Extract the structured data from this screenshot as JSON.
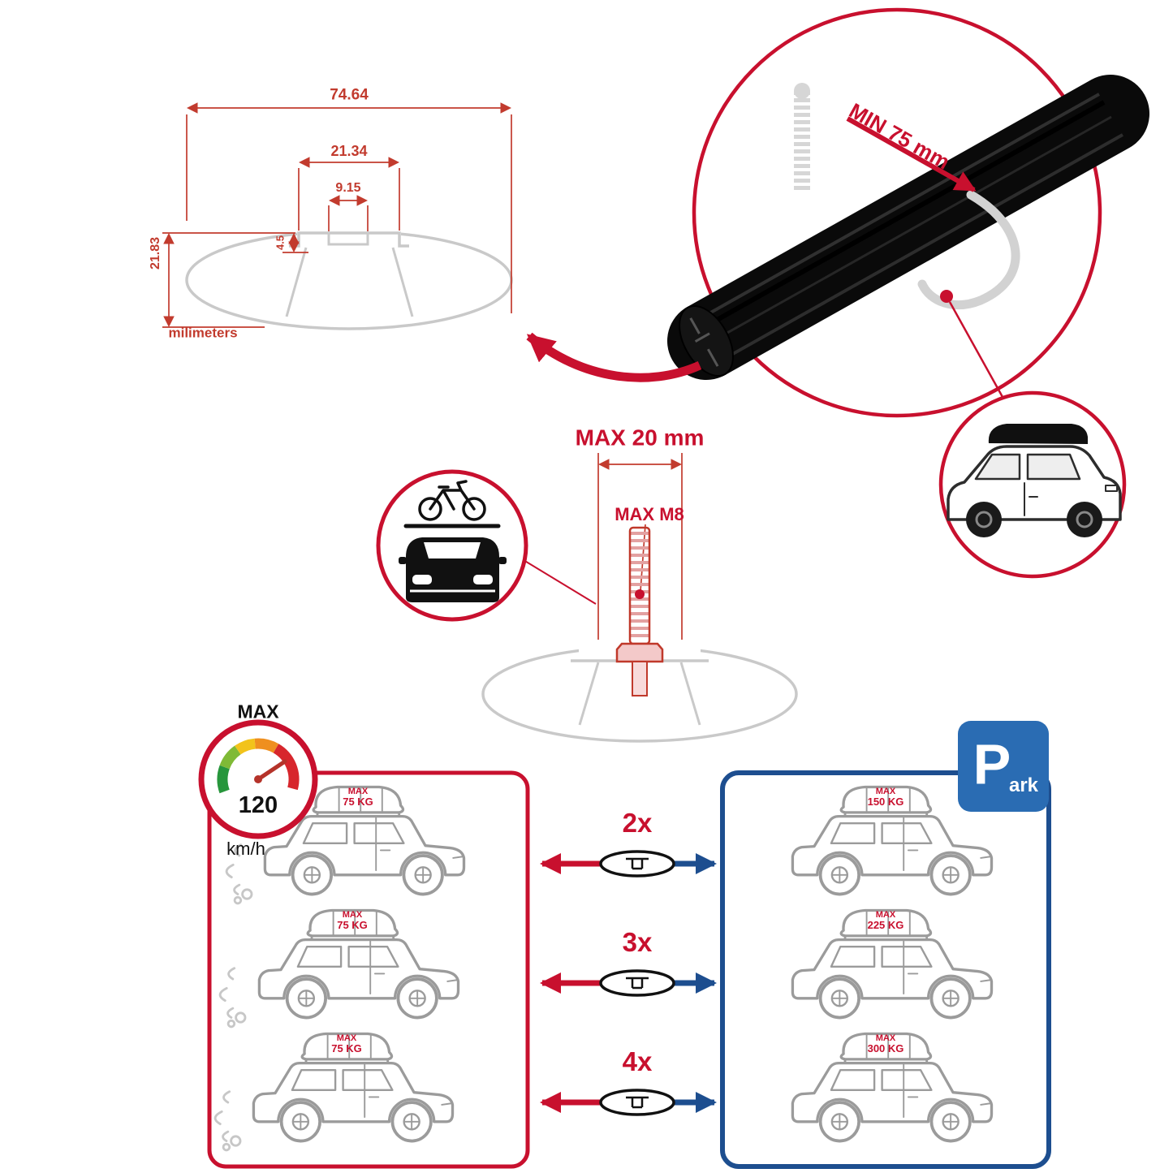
{
  "colors": {
    "red": "#c8102e",
    "dim_red": "#c23b2e",
    "blue": "#1d4e8f",
    "sign_blue": "#2a6cb3",
    "section_gray": "#c9c9c9",
    "car_gray": "#9b9b9b",
    "black": "#111111"
  },
  "cross_section": {
    "total_width": "74.64",
    "plateau_width": "21.34",
    "slot_width": "9.15",
    "slot_depth": "4.5",
    "height": "21.83",
    "units_label": "milimeters"
  },
  "clamp_detail": {
    "min_clearance": "MIN 75 mm"
  },
  "bolt_detail": {
    "max_width": "MAX 20 mm",
    "max_thread": "MAX M8"
  },
  "speedometer": {
    "label": "MAX",
    "value": "120",
    "unit": "km/h"
  },
  "driving_panel": {
    "cars": [
      {
        "label": "MAX",
        "weight": "75 KG"
      },
      {
        "label": "MAX",
        "weight": "75 KG"
      },
      {
        "label": "MAX",
        "weight": "75 KG"
      }
    ]
  },
  "connectors": {
    "multipliers": [
      "2x",
      "3x",
      "4x"
    ]
  },
  "parking_panel": {
    "sign_main": "P",
    "sign_suffix": "ark",
    "cars": [
      {
        "label": "MAX",
        "weight": "150 KG"
      },
      {
        "label": "MAX",
        "weight": "225 KG"
      },
      {
        "label": "MAX",
        "weight": "300 KG"
      }
    ]
  }
}
